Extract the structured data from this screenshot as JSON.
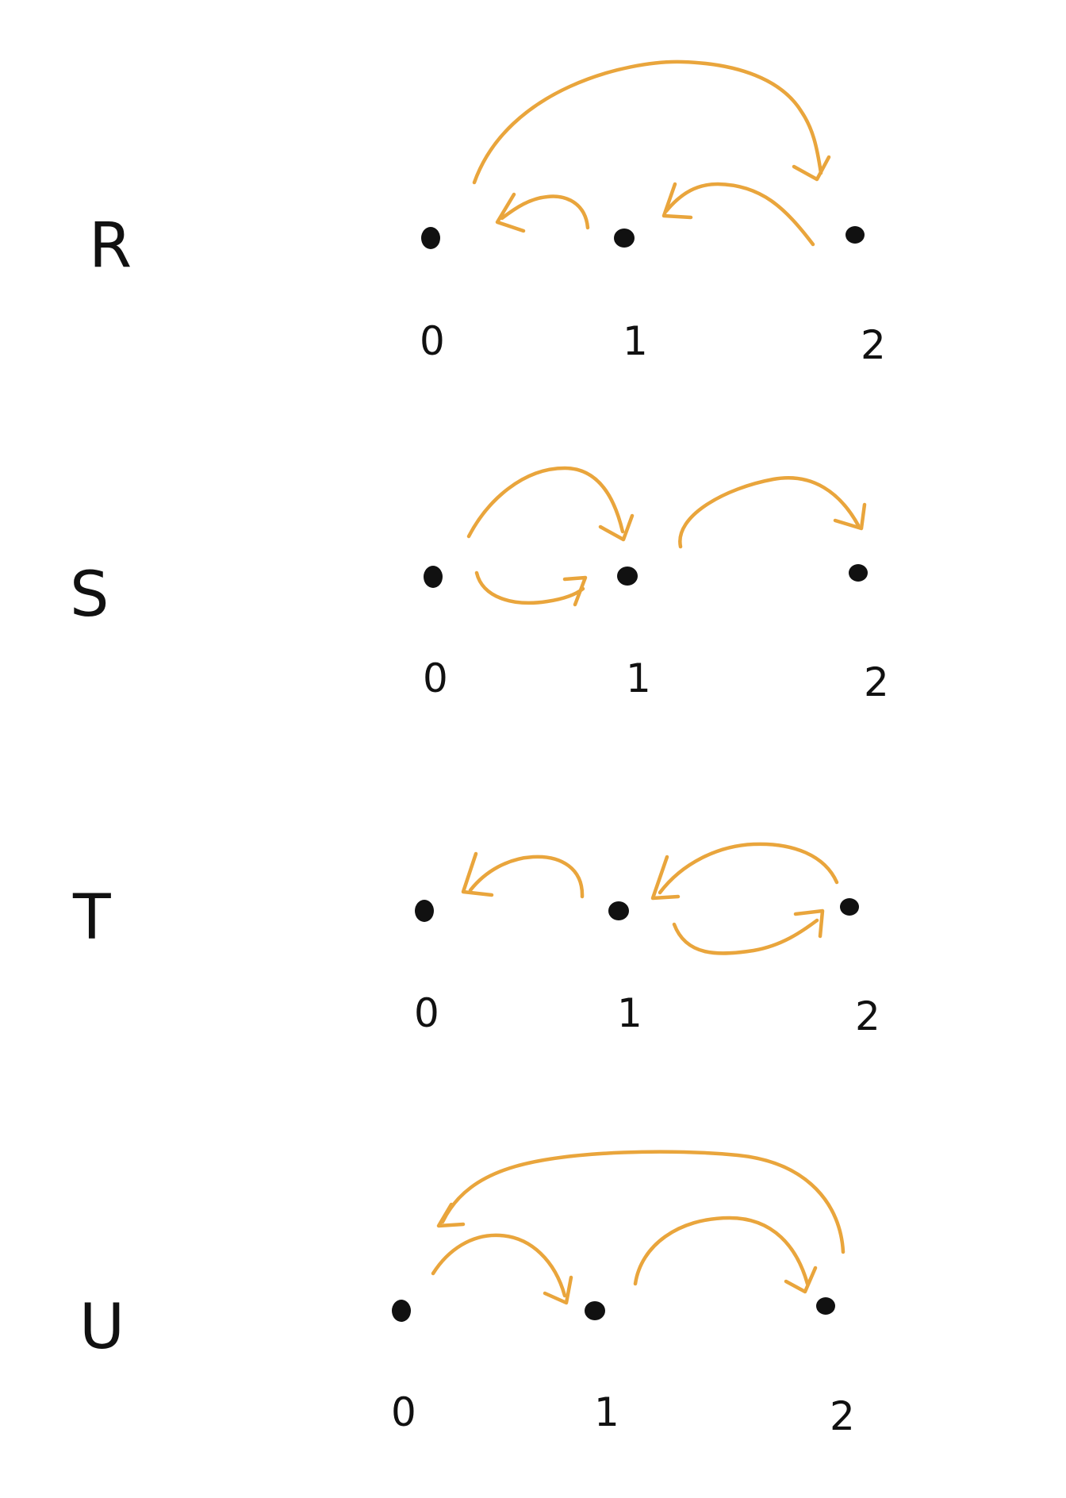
{
  "colors": {
    "arrow": "#E9A53C",
    "ink": "#111111",
    "background": "#ffffff"
  },
  "relations": [
    {
      "label": "R",
      "nodes": [
        "0",
        "1",
        "2"
      ],
      "edges": [
        {
          "from": "1",
          "to": "0"
        },
        {
          "from": "2",
          "to": "1"
        },
        {
          "from": "0",
          "to": "2"
        }
      ]
    },
    {
      "label": "S",
      "nodes": [
        "0",
        "1",
        "2"
      ],
      "edges": [
        {
          "from": "0",
          "to": "1"
        },
        {
          "from": "0",
          "to": "1"
        },
        {
          "from": "1",
          "to": "2"
        }
      ]
    },
    {
      "label": "T",
      "nodes": [
        "0",
        "1",
        "2"
      ],
      "edges": [
        {
          "from": "1",
          "to": "0"
        },
        {
          "from": "2",
          "to": "1"
        },
        {
          "from": "1",
          "to": "2"
        }
      ]
    },
    {
      "label": "U",
      "nodes": [
        "0",
        "1",
        "2"
      ],
      "edges": [
        {
          "from": "0",
          "to": "1"
        },
        {
          "from": "1",
          "to": "2"
        },
        {
          "from": "2",
          "to": "0"
        }
      ]
    }
  ]
}
